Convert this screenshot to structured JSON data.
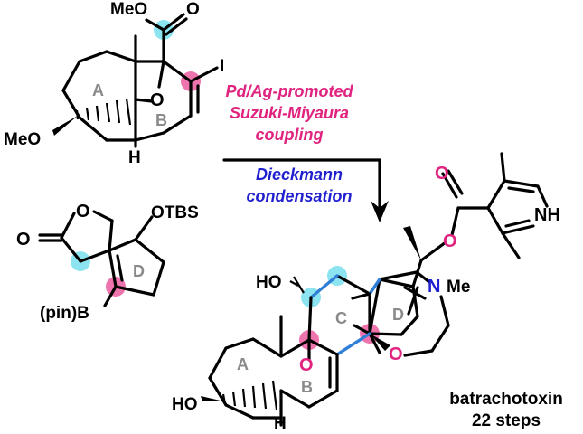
{
  "reagents": {
    "line1": "Pd/Ag-promoted",
    "line2": "Suzuki-Miyaura",
    "line3": "coupling"
  },
  "second_step": {
    "line1": "Dieckmann",
    "line2": "condensation"
  },
  "product": {
    "name": "batrachotoxin",
    "steps": "22 steps"
  },
  "fragment1": {
    "ester": "MeO",
    "methoxy": "MeO",
    "iodo": "I",
    "bridge_o": "O",
    "h": "H",
    "ring_a": "A",
    "ring_b": "B"
  },
  "fragment2": {
    "carbonyl_o": "O",
    "lactone_o": "O",
    "otbs": "OTBS",
    "boron": "(pin)B",
    "ring_d": "D"
  },
  "batrachotoxin_labels": {
    "ho_top": "HO",
    "ho_bottom": "HO",
    "bridge_o": "O",
    "ring_o": "O",
    "ester_o_top": "O",
    "ester_o": "O",
    "nh": "NH",
    "n": "N",
    "me": "Me",
    "h": "H",
    "ring_a": "A",
    "ring_b": "B",
    "ring_c": "C",
    "ring_d": "D"
  },
  "colors": {
    "magenta": "#e0237f",
    "blue_text": "#1f1fd0",
    "blue_bond": "#2f7fd6",
    "highlight_cyan": "#7fe1ef",
    "highlight_pink": "#ea5c9f"
  }
}
